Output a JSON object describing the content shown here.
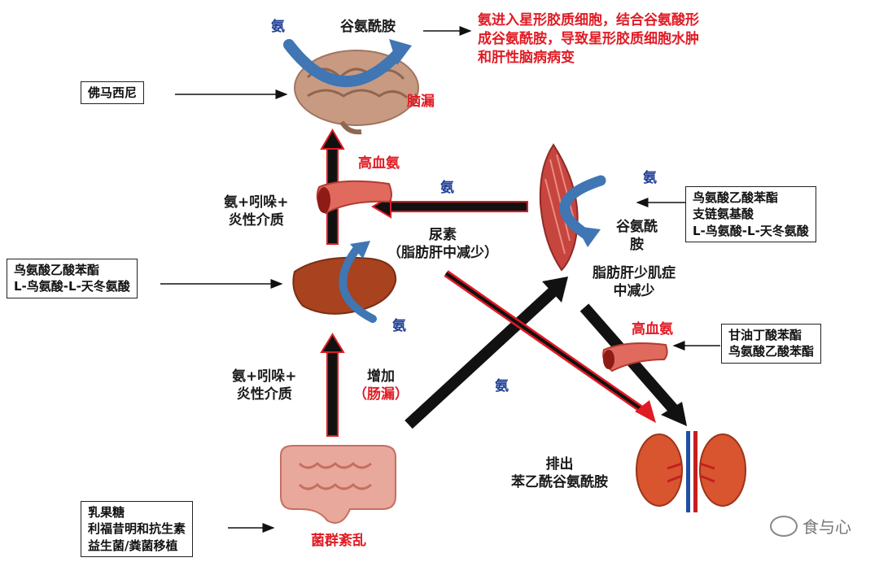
{
  "brain": {
    "ammonia_in": "氨",
    "glutamine": "谷氨酰胺",
    "leaky": "脑漏",
    "note_lines": [
      "氨进入星形胶质细胞，结合谷氨酸形",
      "成谷氨酰胺，导致星形胶质细胞水肿",
      "和肝性脑病病变"
    ]
  },
  "drugs": {
    "brain_box": [
      "佛马西尼"
    ],
    "liver_box": [
      "鸟氨酸乙酸苯酯",
      "L-鸟氨酸-L-天冬氨酸"
    ],
    "muscle_box": [
      "鸟氨酸乙酸苯酯",
      "支链氨基酸",
      "L-鸟氨酸-L-天冬氨酸"
    ],
    "kidney_box": [
      "甘油丁酸苯酯",
      "鸟氨酸乙酸苯酯"
    ],
    "gut_box": [
      "乳果糖",
      "利福昔明和抗生素",
      "益生菌/粪菌移植"
    ]
  },
  "labels": {
    "hyperammonemia_top": "高血氨",
    "ammonia_inflam_top": [
      "氨+吲哚+",
      "炎性介质"
    ],
    "ammonia_muscle_to_liver": "氨",
    "urea": [
      "尿素",
      "（脂肪肝中减少）"
    ],
    "ammonia_liver": "氨",
    "ammonia_inflam_bottom": [
      "氨+吲哚+",
      "炎性介质"
    ],
    "increase": "增加",
    "leaky_gut": "（肠漏）",
    "ammonia_gut_to_muscle": "氨",
    "dysbiosis": "菌群紊乱",
    "ammonia_muscle": "氨",
    "glutamine_muscle": [
      "谷氨酰",
      "胺"
    ],
    "sarcopenia": [
      "脂肪肝少肌症",
      "中减少"
    ],
    "hyperammonemia_right": "高血氨",
    "excretion": [
      "排出",
      "苯乙酰谷氨酰胺"
    ]
  },
  "watermark": "食与心",
  "colors": {
    "red": "#e01b24",
    "blue_text": "#1f3f95",
    "arrow_blue": "#3f76b3",
    "brain": "#c89a82",
    "liver": "#a8421f",
    "muscle": "#c7453f",
    "gut": "#e8a89b",
    "kidney": "#d8552f"
  }
}
